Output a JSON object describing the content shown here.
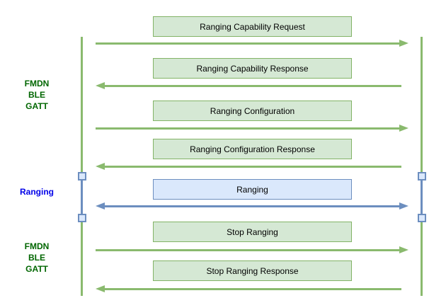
{
  "diagram_type": "sequence-diagram",
  "left_labels": [
    {
      "text": "FMDN\nBLE\nGATT",
      "color": "#006600"
    },
    {
      "text": "Ranging",
      "color": "#0000e8"
    },
    {
      "text": "FMDN\nBLE\nGATT",
      "color": "#006600"
    }
  ],
  "messages": [
    {
      "label": "Ranging Capability Request",
      "direction": "right",
      "style": "green"
    },
    {
      "label": "Ranging Capability Response",
      "direction": "left",
      "style": "green"
    },
    {
      "label": "Ranging Configuration",
      "direction": "right",
      "style": "green"
    },
    {
      "label": "Ranging Configuration Response",
      "direction": "left",
      "style": "green"
    },
    {
      "label": "Ranging",
      "direction": "both",
      "style": "blue"
    },
    {
      "label": "Stop Ranging",
      "direction": "right",
      "style": "green"
    },
    {
      "label": "Stop Ranging Response",
      "direction": "left",
      "style": "green"
    }
  ],
  "colors": {
    "green_box_fill": "#d5e8d4",
    "green_box_stroke": "#82b366",
    "green_line": "#8aba6e",
    "blue_box_fill": "#dae8fc",
    "blue_box_stroke": "#6c8ebf",
    "blue_line": "#6c8ebf",
    "label_green": "#006600",
    "label_blue": "#0000e8",
    "box_text": "#000000",
    "background": "#ffffff"
  }
}
